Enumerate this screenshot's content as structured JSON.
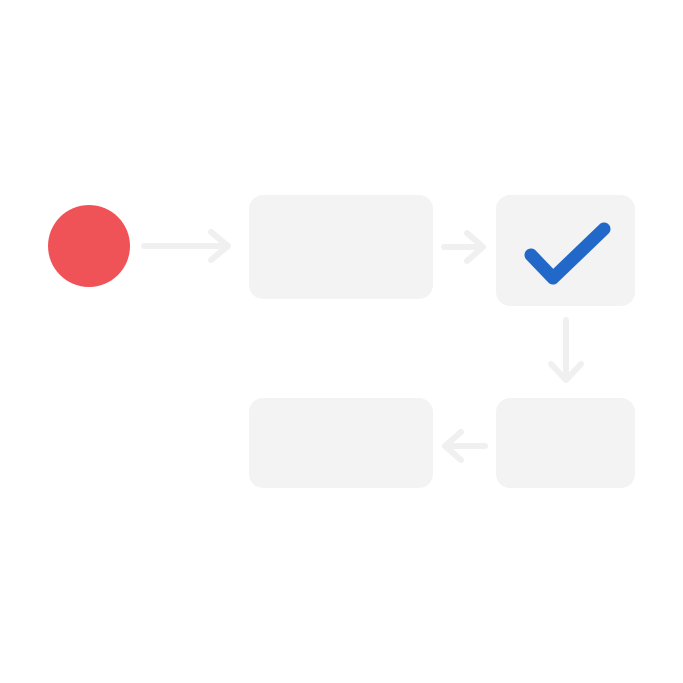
{
  "colors": {
    "background": "#ffffff",
    "box": "#f3f3f3",
    "arrow": "#f0f0f0",
    "start": "#f05357",
    "check": "#2268c8"
  },
  "nodes": [
    {
      "id": "start",
      "shape": "circle"
    },
    {
      "id": "step-1",
      "shape": "rect"
    },
    {
      "id": "step-2",
      "shape": "rect",
      "icon": "check-icon"
    },
    {
      "id": "step-3",
      "shape": "rect"
    },
    {
      "id": "step-4",
      "shape": "rect"
    }
  ],
  "edges": [
    {
      "from": "start",
      "to": "step-1"
    },
    {
      "from": "step-1",
      "to": "step-2"
    },
    {
      "from": "step-2",
      "to": "step-3"
    },
    {
      "from": "step-3",
      "to": "step-4"
    }
  ]
}
